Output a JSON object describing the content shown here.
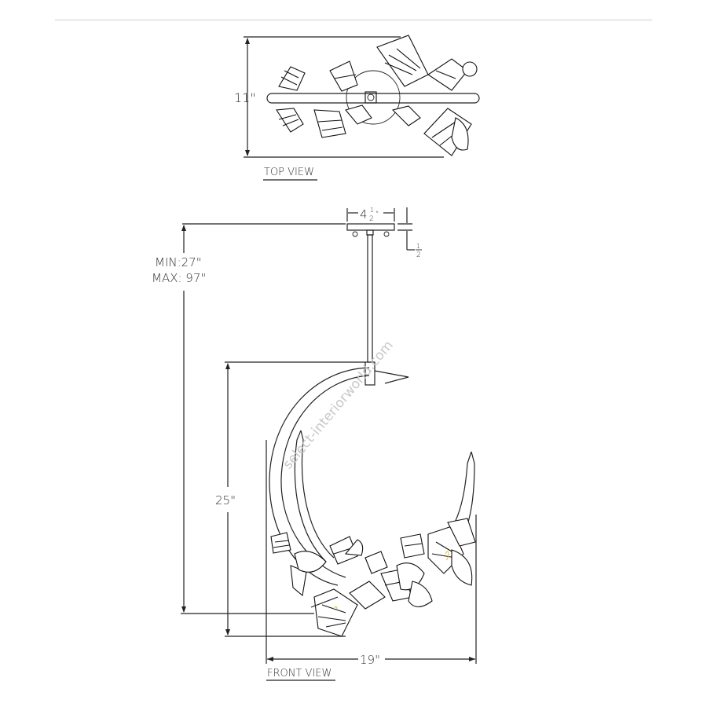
{
  "drawing": {
    "top_view": {
      "caption": "TOP VIEW",
      "depth_label": "11\""
    },
    "front_view": {
      "caption": "FRONT VIEW",
      "canopy_width_label": "4½\"",
      "canopy_width_whole": "4",
      "canopy_width_fraction_num": "1",
      "canopy_width_fraction_den": "2",
      "canopy_height_fraction_num": "1",
      "canopy_height_fraction_den": "2",
      "overall_height_min": "MIN:27\"",
      "overall_height_max": "MAX: 97\"",
      "fixture_height_label": "25\"",
      "width_label": "19\""
    },
    "watermark": "select-interiorworld.com",
    "colors": {
      "line": "#222222",
      "background": "#ffffff",
      "divider": "#eeeeee",
      "accent_bulb": "#e6c84a"
    }
  }
}
